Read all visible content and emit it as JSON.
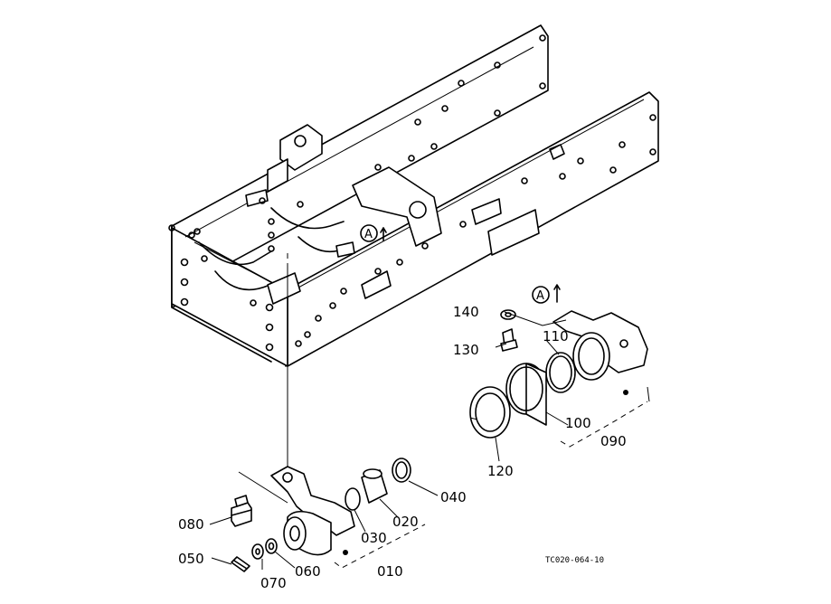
{
  "diagram": {
    "drawing_code": "TC020-064-10",
    "view_marker": "A",
    "parts": [
      {
        "no": "010"
      },
      {
        "no": "020"
      },
      {
        "no": "030"
      },
      {
        "no": "040"
      },
      {
        "no": "050"
      },
      {
        "no": "060"
      },
      {
        "no": "070"
      },
      {
        "no": "080"
      },
      {
        "no": "090"
      },
      {
        "no": "100"
      },
      {
        "no": "110"
      },
      {
        "no": "120"
      },
      {
        "no": "130"
      },
      {
        "no": "140"
      }
    ]
  }
}
